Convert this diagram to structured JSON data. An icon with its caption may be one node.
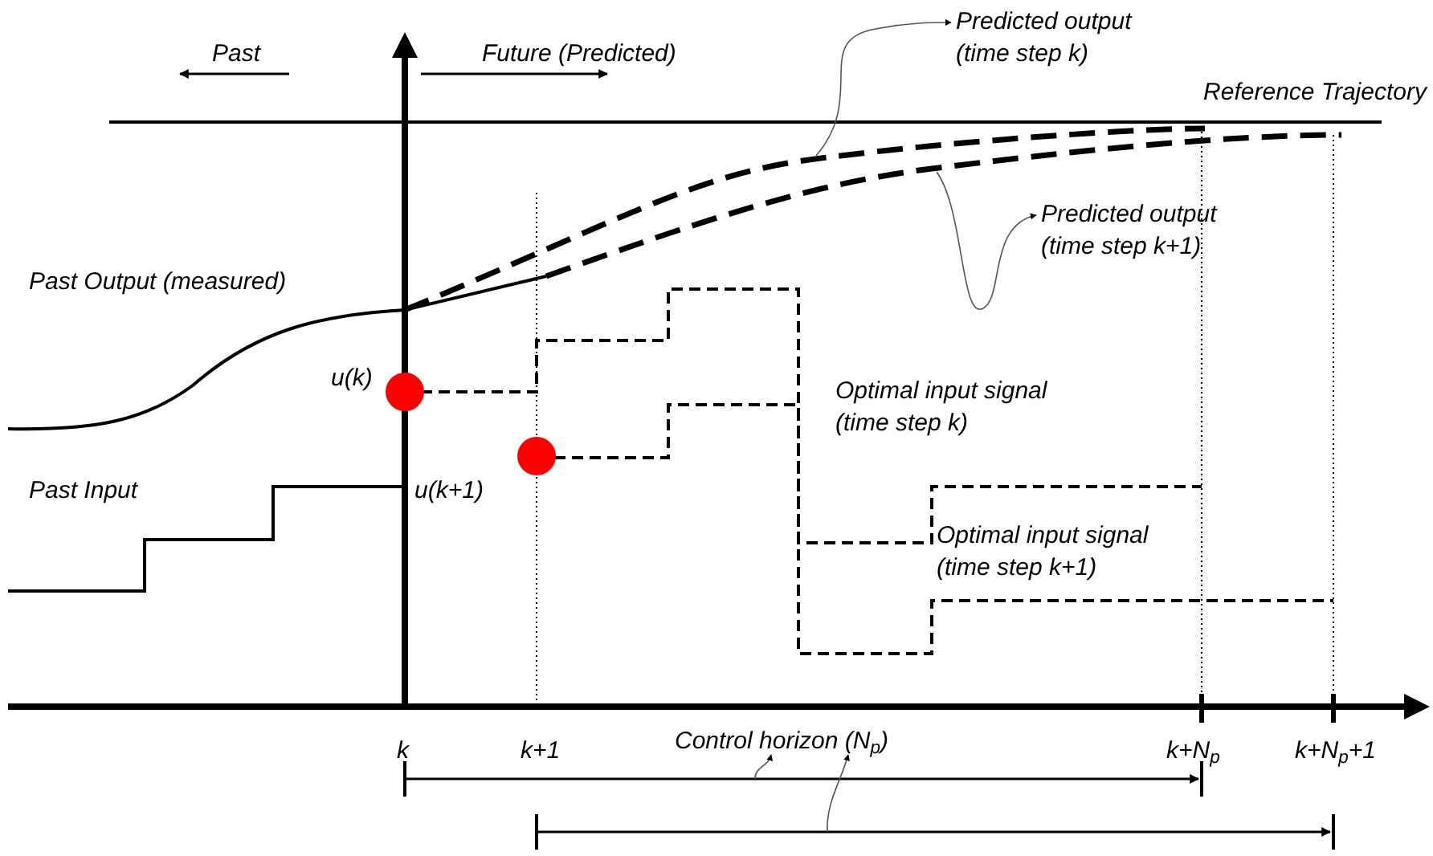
{
  "diagram": {
    "nodes": [
      {
        "text": [
          "Predicted output (time step k)"
        ]
      },
      {
        "text": [
          "Predicted output (time step k+1)"
        ]
      },
      {
        "text": [
          "Control horizon (N$_{p}$)"
        ]
      }
    ],
    "edges": [
      {
        "from": null,
        "to": 0,
        "arrow": "to"
      },
      {
        "from": null,
        "to": 1,
        "arrow": "to"
      },
      {
        "from": null,
        "to": 2,
        "arrow": "to"
      },
      {
        "from": null,
        "to": 2,
        "arrow": "to"
      }
    ],
    "labels": [
      "Past",
      "Future (Predicted)",
      "Reference Trajectory",
      "Past Output (measured)",
      "u(k)",
      "Past Input",
      "u(k+1)",
      "Optimal input signal (time step k)",
      "Optimal input signal (time step k+1)",
      "k",
      "k+1",
      "k+N$_{p}$",
      "k+N$_{p}$+1"
    ]
  }
}
